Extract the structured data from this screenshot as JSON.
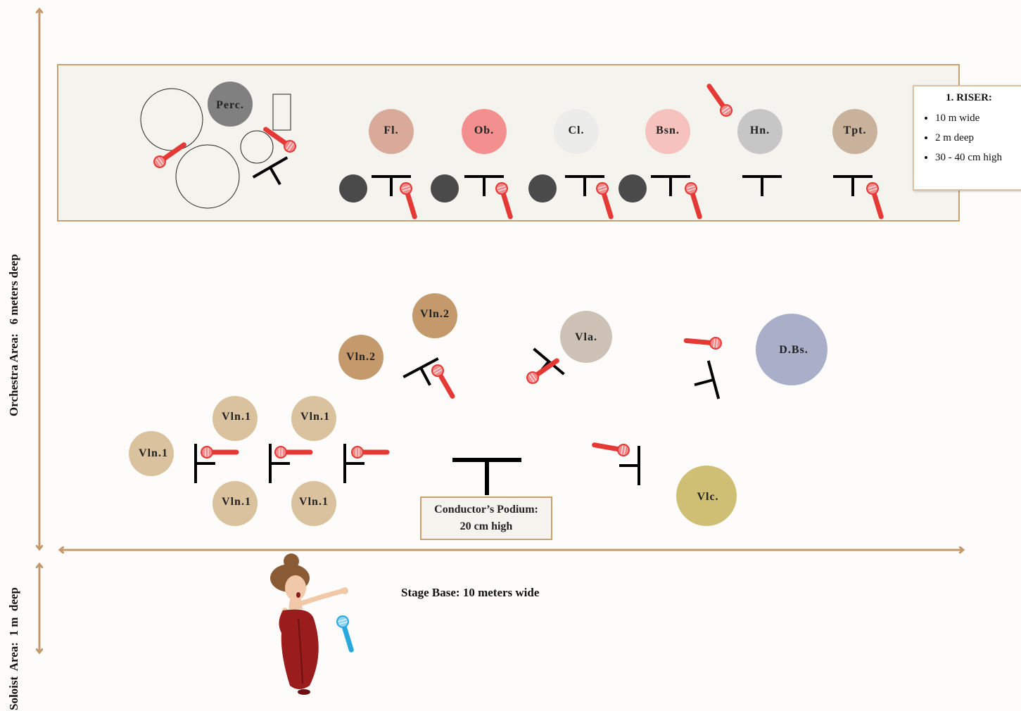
{
  "riser": {
    "title": "1. RISER:",
    "specs": [
      "10 m wide",
      "2 m deep",
      "30 - 40 cm high"
    ]
  },
  "podium": {
    "line1": "Conductor’s Podium:",
    "line2": "20 cm high"
  },
  "stage_base_label": "Stage Base: 10 meters wide",
  "orchestra_area_label": "Orchestra Area:   6 meters deep",
  "soloist_area_label": "Soloist  Area:  1 m  deep",
  "instruments": [
    {
      "key": "perc",
      "label": "Perc.",
      "color": "#808080"
    },
    {
      "key": "fl",
      "label": "Fl.",
      "color": "#d9a99a"
    },
    {
      "key": "ob",
      "label": "Ob.",
      "color": "#f48f8f"
    },
    {
      "key": "cl",
      "label": "Cl.",
      "color": "#ececea"
    },
    {
      "key": "bsn",
      "label": "Bsn.",
      "color": "#f6c2bd"
    },
    {
      "key": "hn",
      "label": "Hn.",
      "color": "#c6c6c6"
    },
    {
      "key": "tpt",
      "label": "Tpt.",
      "color": "#c9b29b"
    },
    {
      "key": "vln2a",
      "label": "Vln.2",
      "color": "#c49a6c"
    },
    {
      "key": "vln2b",
      "label": "Vln.2",
      "color": "#c49a6c"
    },
    {
      "key": "vla",
      "label": "Vla.",
      "color": "#cec2b6"
    },
    {
      "key": "dbs",
      "label": "D.Bs.",
      "color": "#a9aec9"
    },
    {
      "key": "vln1a",
      "label": "Vln.1",
      "color": "#dbc29e"
    },
    {
      "key": "vln1b",
      "label": "Vln.1",
      "color": "#dbc29e"
    },
    {
      "key": "vln1c",
      "label": "Vln.1",
      "color": "#dbc29e"
    },
    {
      "key": "vln1d",
      "label": "Vln.1",
      "color": "#dbc29e"
    },
    {
      "key": "vln1e",
      "label": "Vln.1",
      "color": "#dbc29e"
    },
    {
      "key": "vlc",
      "label": "Vlc.",
      "color": "#cfbf74"
    }
  ],
  "colors": {
    "border": "#c9a06f",
    "arrow": "#c49a6c",
    "mic_red": "#e53935",
    "mic_blue": "#29a8e0",
    "stand": "#000000",
    "seat": "#4a4a4a",
    "dress": "#9b1c1c"
  }
}
